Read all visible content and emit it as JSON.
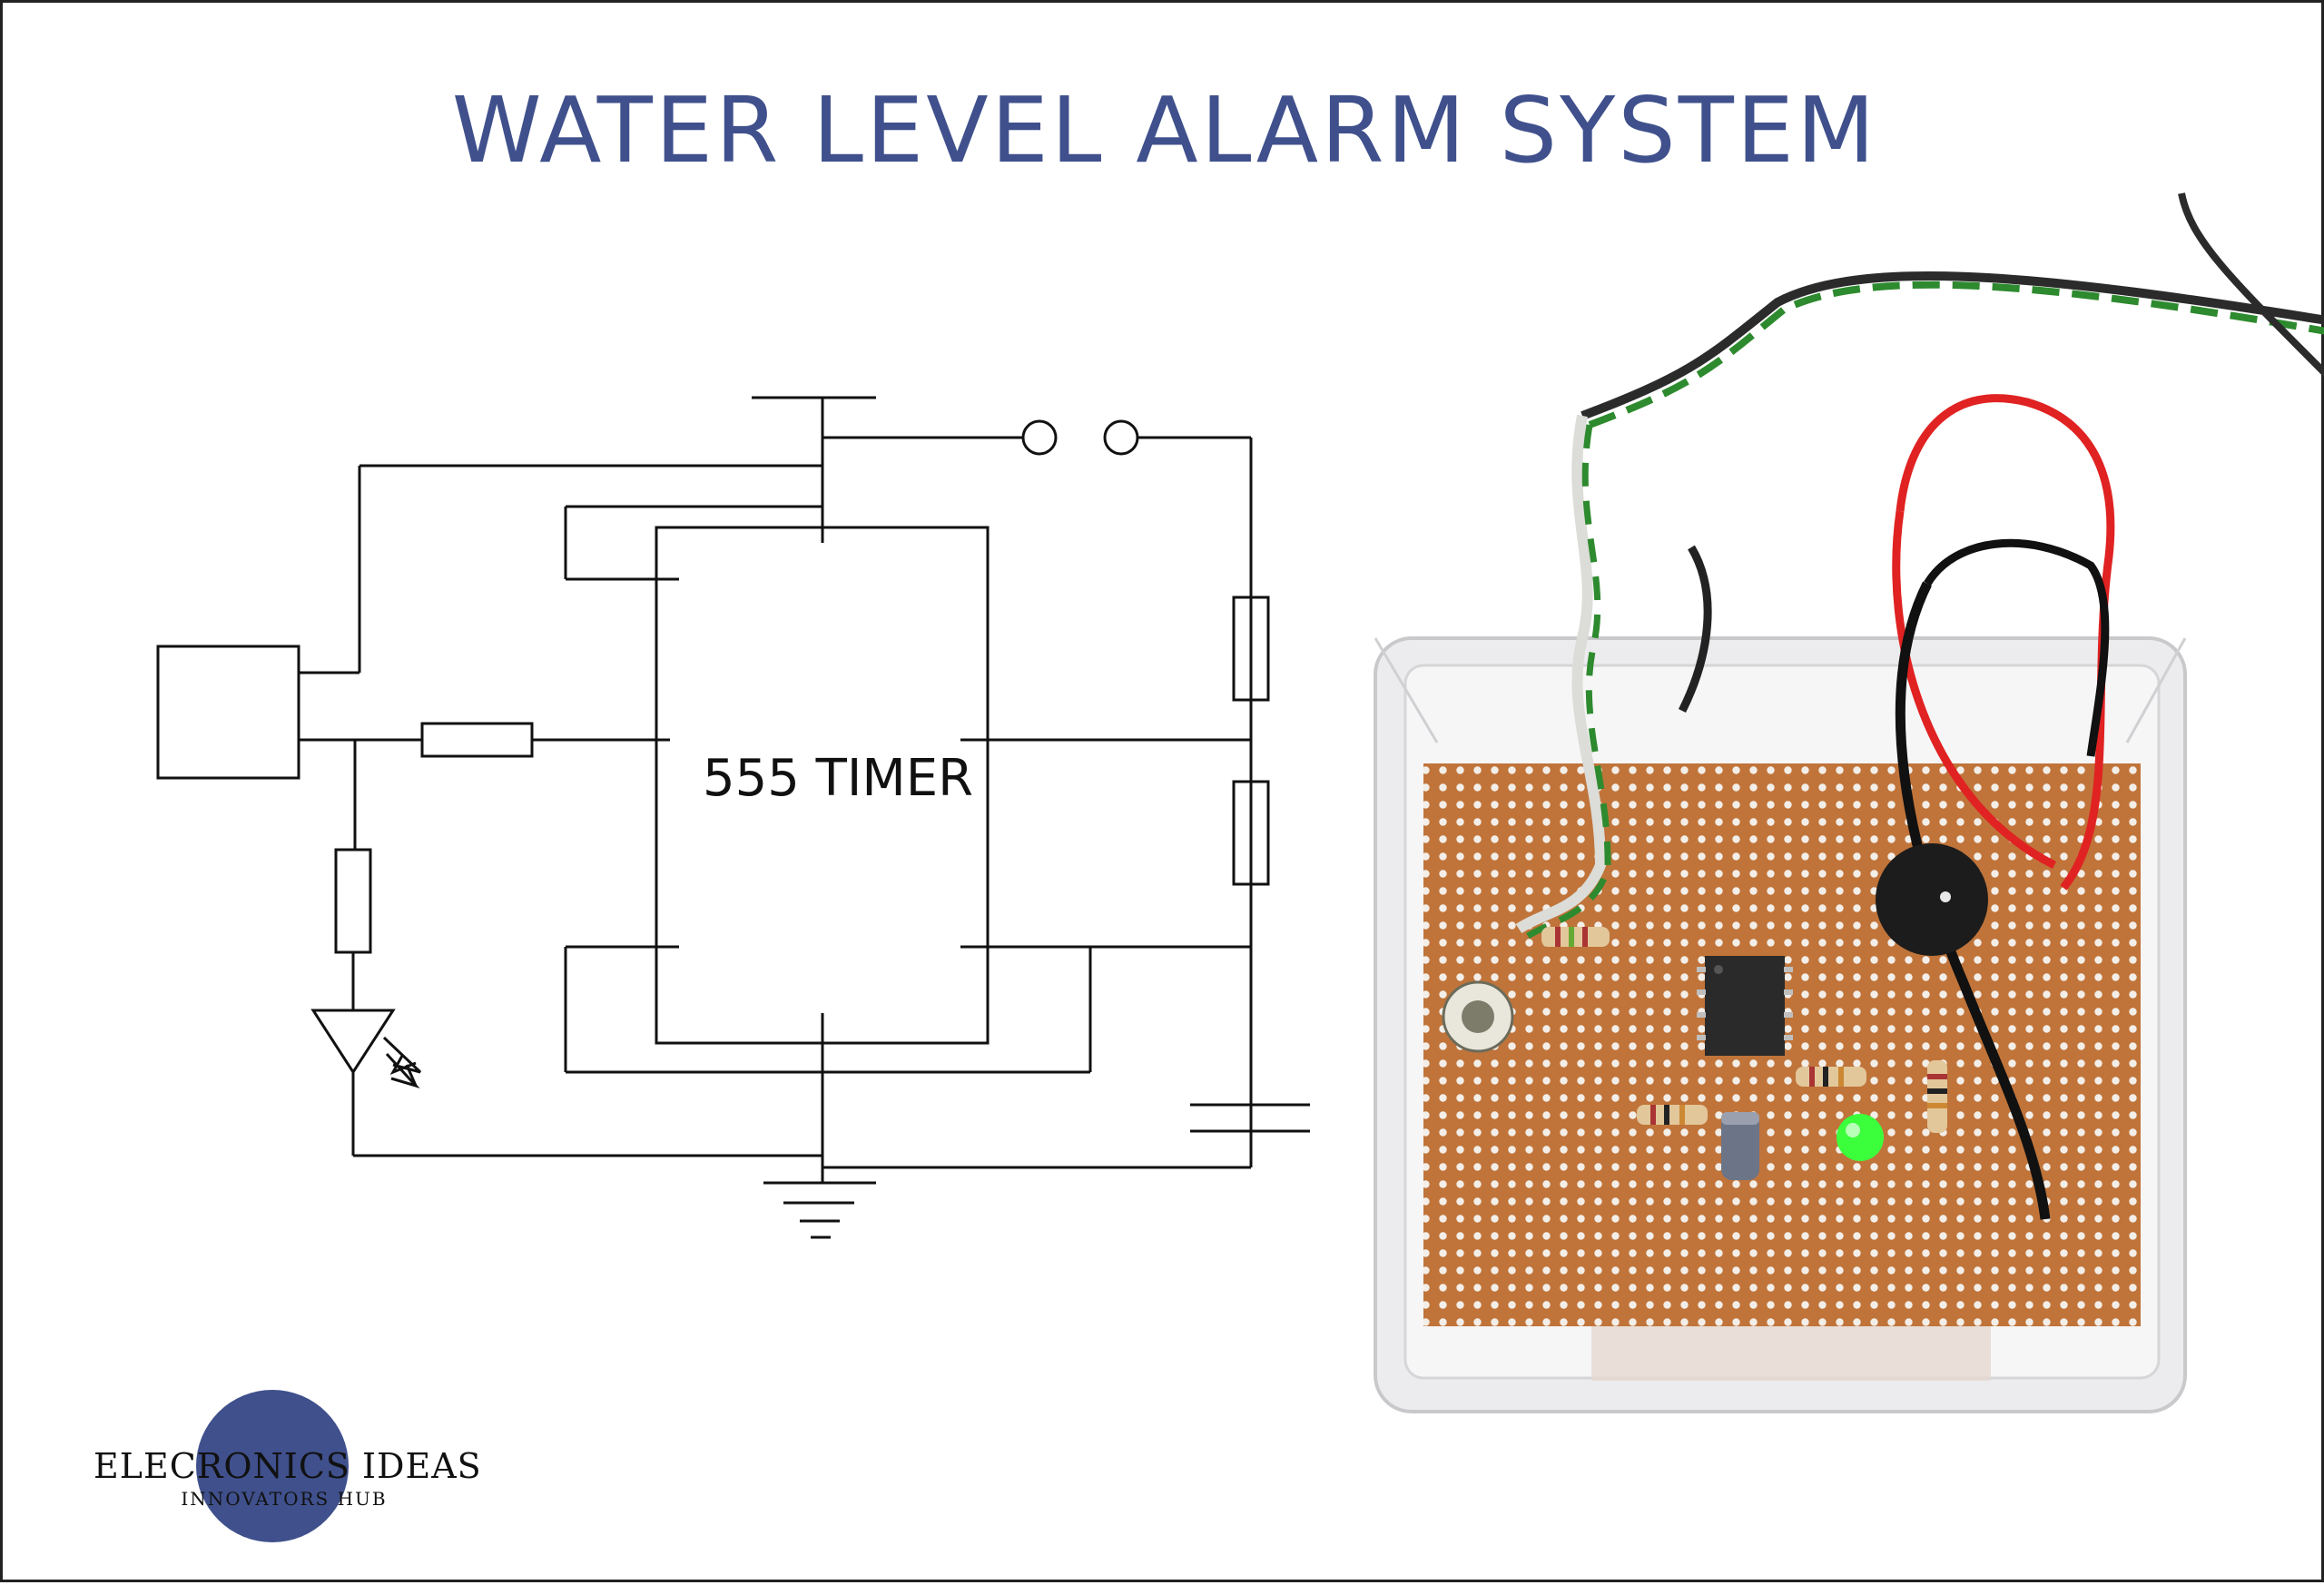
{
  "title": "WATER LEVEL ALARM SYSTEM",
  "schematic": {
    "ic_label": "555 TIMER"
  },
  "brand": {
    "name": "ELECRONICS IDEAS",
    "tagline": "INNOVATORS HUB"
  },
  "colors": {
    "title": "#3f508c",
    "brand_circle": "#3f508c",
    "line": "#111111",
    "pcb": "#c0743a",
    "led": "#3cff3c"
  }
}
